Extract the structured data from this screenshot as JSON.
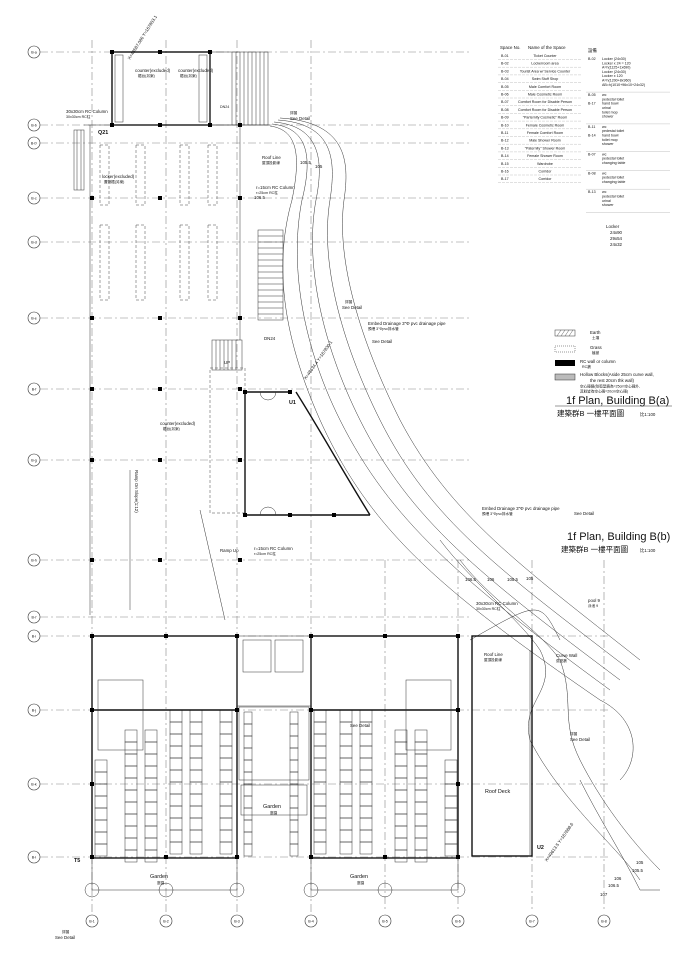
{
  "grid": {
    "rows": [
      "B-a",
      "B-b",
      "B-b'",
      "B-c",
      "B-d",
      "B-e",
      "B-f",
      "B-g",
      "B-h",
      "B-i'",
      "B-i",
      "B-j",
      "B-k",
      "B-l"
    ],
    "cols": [
      "B-1",
      "B-2",
      "B-3",
      "B-4",
      "B-5",
      "B-6",
      "B-7",
      "B-8"
    ]
  },
  "space_table": {
    "header_no": "Space No.",
    "header_name": "Name of the Space",
    "rows": [
      {
        "no": "B-01",
        "name": "Ticket Counter"
      },
      {
        "no": "B-02",
        "name": "Lockerroom area"
      },
      {
        "no": "B-03",
        "name": "Tourist Area w/ Service Counter"
      },
      {
        "no": "B-04",
        "name": "Swim Stuff Shop"
      },
      {
        "no": "B-05",
        "name": "Male Comfort Room"
      },
      {
        "no": "B-06",
        "name": "Male Cosmetic Room"
      },
      {
        "no": "B-07",
        "name": "Comfort Room for Disable Person"
      },
      {
        "no": "B-08",
        "name": "Comfort Room for Disable Person"
      },
      {
        "no": "B-09",
        "name": "\"Parternity Cosmetic\" Room"
      },
      {
        "no": "B-10",
        "name": "Female Cosmetic Room"
      },
      {
        "no": "B-11",
        "name": "Female Comfort Room"
      },
      {
        "no": "B-12",
        "name": "Male Shower Room"
      },
      {
        "no": "B-13",
        "name": "\"Paternity\" Shower Room"
      },
      {
        "no": "B-14",
        "name": "Female Shower Room"
      },
      {
        "no": "B-15",
        "name": "Wardrobe"
      },
      {
        "no": "B-16",
        "name": "Corridor"
      },
      {
        "no": "B-17",
        "name": "Corridor"
      }
    ]
  },
  "fixtures": {
    "header": "設備",
    "groups": [
      {
        "no": "B-02",
        "lines": [
          "Locker (24x30)",
          "Locker x 24 = 120",
          "A=h(1125+1x690)",
          "Locker (24x30)",
          "Locker x 120",
          "A=h(1200+8x960)",
          "AB=h(1010+96x10+24x32)"
        ]
      },
      {
        "no": "B-05",
        "lines": [
          "wc",
          "pedestal toilet",
          "hand bowl",
          "urinal",
          "toilet mop",
          "shower"
        ]
      },
      {
        "no": "B-11",
        "lines": [
          "wc",
          "pedestal toilet",
          "hand bowl",
          "toilet mop",
          "shower"
        ]
      },
      {
        "no": "B-07",
        "lines": [
          "wc",
          "pedestal toilet",
          "changing table"
        ]
      },
      {
        "no": "B-08",
        "lines": [
          "wc",
          "pedestal toilet",
          "changing table"
        ]
      },
      {
        "no": "B-13",
        "lines": [
          "wc",
          "pedestal toilet",
          "urinal",
          "shower"
        ]
      }
    ],
    "extra_nos": [
      "B-17",
      "B-14"
    ]
  },
  "locker_note": {
    "title": "Locker",
    "lines": [
      "24x90",
      "29x54",
      "24x32"
    ]
  },
  "legend": {
    "items": [
      {
        "label": "Earth",
        "sub": "土壤"
      },
      {
        "label": "Grass",
        "sub": "植被"
      },
      {
        "label": "RC wall or column",
        "sub": "RC牆"
      },
      {
        "label": "Hollow Blocks(Aside 25cm curve wall,",
        "sub": "the rest 20cm thk wall)"
      }
    ],
    "note1": "空心磚牆(除弧型牆為=25cm空心磚外,",
    "note2": "其餘皆為空心磚=20cm空心磚)"
  },
  "titles": [
    {
      "title": "1f Plan, Building B(a)",
      "sub": "建築群B 一樓平面圖",
      "scale": "比1:100"
    },
    {
      "title": "1f Plan, Building B(b)",
      "sub": "建築群B 一樓平面圖",
      "scale": "比1:100"
    }
  ],
  "annotations": {
    "counter": "counter(excluded)",
    "counter_sub": "櫃台(另案)",
    "locker": "locker(excluded)",
    "locker_sub": "置物櫃(另案)",
    "column_30": "30x30cm RC Column",
    "column_30_sub": "30x30cm RC柱",
    "roof_line": "Roof Line",
    "roof_line_sub": "屋頂投影線",
    "rc_column": "r=15cm RC Column",
    "rc_column_sub": "r=25cm RC柱",
    "see_detail": "See Detail",
    "detail_sub": "詳圖",
    "drainage": "Embed Drainage 3\"Φ pvc drainage pipe",
    "drainage_sub": "預埋 3\"Φpvc排水管",
    "ramp_up": "Ramp Up",
    "ramp_slope": "Ramp On Slope(1:12)",
    "garden": "Garden",
    "garden_sub": "庭園",
    "roof_deck": "Roof Deck",
    "curve_wall": "Curve Wall",
    "curve_wall_sub": "弧型牆",
    "pool": "pool 9",
    "pool_sub": "泳池 9",
    "up": "UP",
    "dn": "DN24",
    "coord1": "X=48587.086 Y=167803.1",
    "coord2": "X=48634.4 Y=167830.1",
    "coord3": "X=49613.5 Y=167688.6",
    "u1": "U1",
    "u2": "U2",
    "q21": "Q21",
    "t5": "T5",
    "elev": [
      "105",
      "105.5",
      "106",
      "106.5",
      "107"
    ],
    "elev_top": "106.5"
  }
}
